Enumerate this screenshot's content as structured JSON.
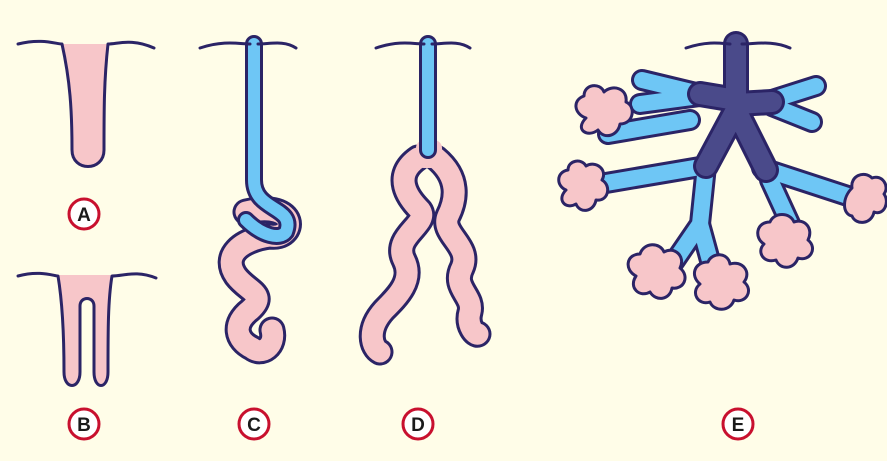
{
  "colors": {
    "background": "#fffde8",
    "outline": "#2b2466",
    "gland_body": "#f7c6c9",
    "duct": "#6ec6f5",
    "main_duct": "#4a4a8a",
    "label_ring": "#c8102e"
  },
  "labels": {
    "a": "A",
    "b": "B",
    "c": "C",
    "d": "D",
    "e": "E"
  }
}
